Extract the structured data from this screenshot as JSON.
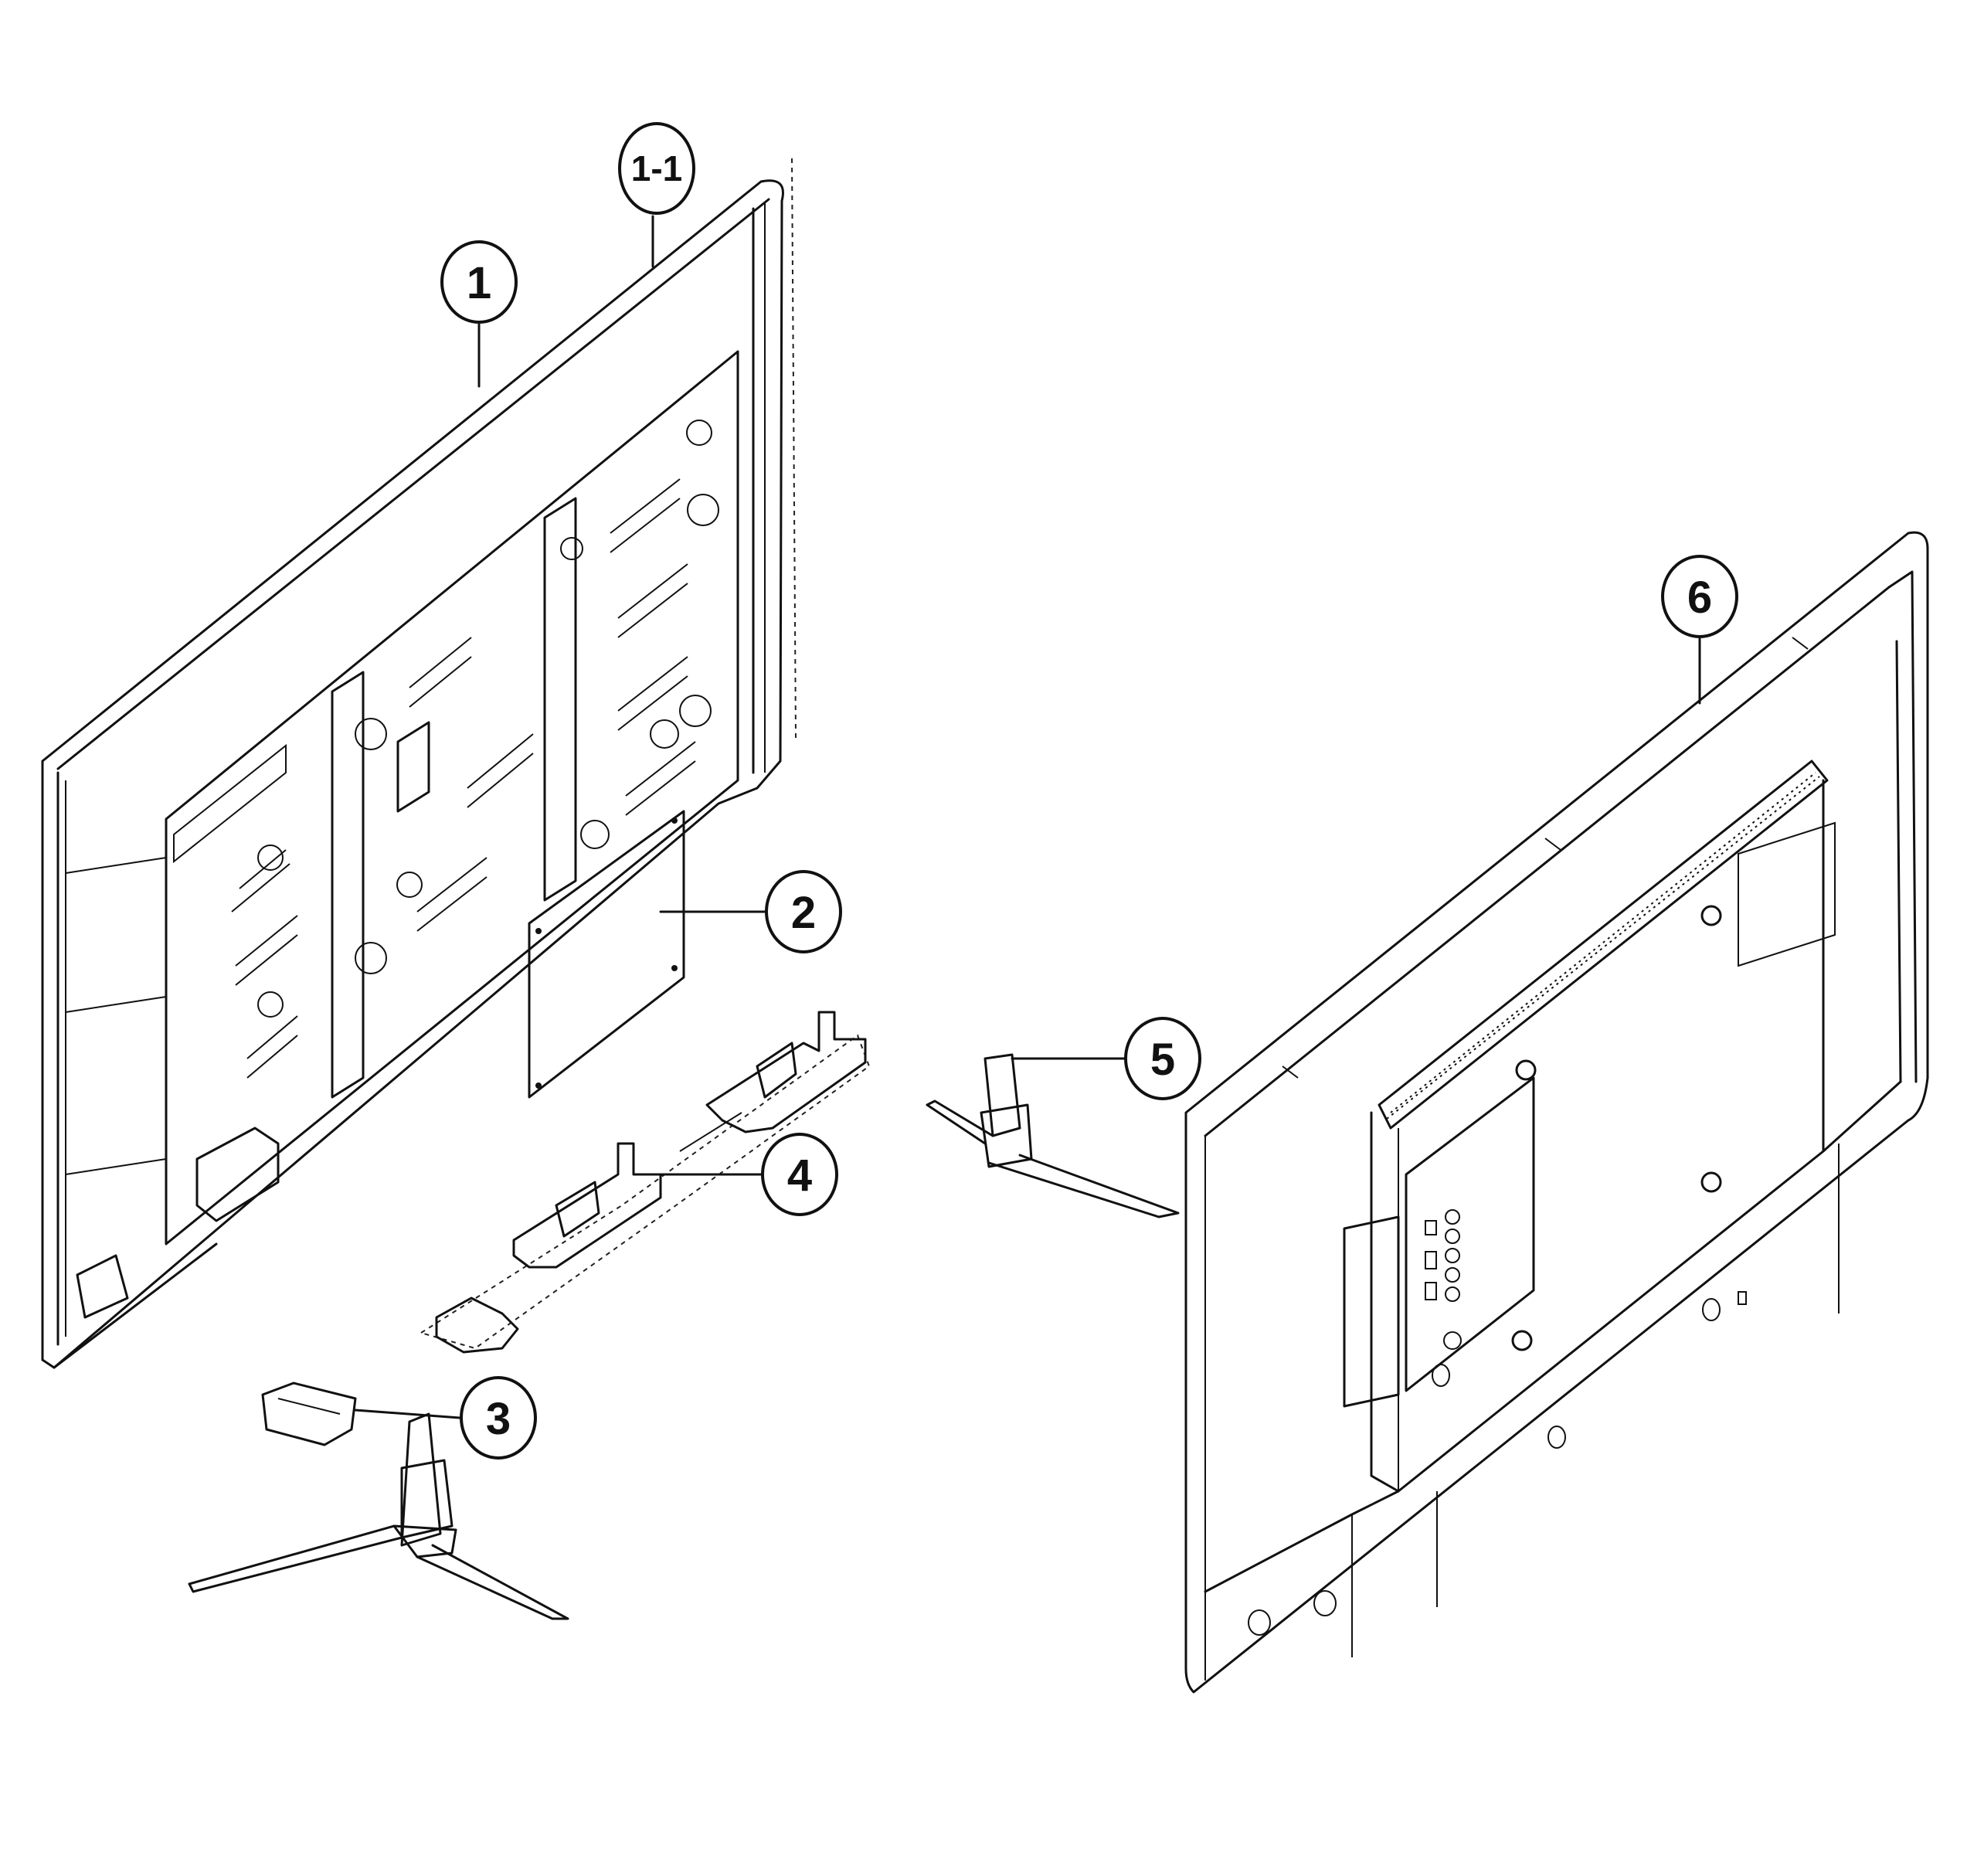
{
  "callouts": {
    "c1_1": "1-1",
    "c1": "1",
    "c2": "2",
    "c3": "3",
    "c4": "4",
    "c5": "5",
    "c6": "6"
  }
}
